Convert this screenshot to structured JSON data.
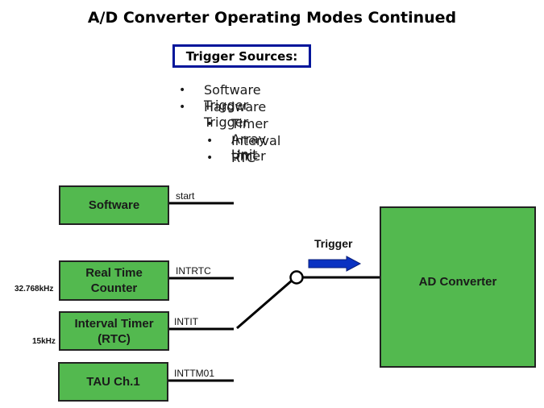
{
  "title": "A/D Converter Operating Modes Continued",
  "sources_box": {
    "label": "Trigger Sources:",
    "border_color": "#00159a"
  },
  "bullets": [
    {
      "text": "Software Trigger",
      "level": 1
    },
    {
      "text": "Hardware Trigger",
      "level": 1
    },
    {
      "text": "Timer Array Unit",
      "level": 2
    },
    {
      "text": "Interval timer",
      "level": 2
    },
    {
      "text": "RTC",
      "level": 2
    }
  ],
  "bullet_glyph": "•",
  "diagram": {
    "block_color": "#53b94f",
    "arrow_color": "#0a32c2",
    "sources": [
      {
        "label_line1": "Software",
        "label_line2": "",
        "signal": "start",
        "freq": ""
      },
      {
        "label_line1": "Real Time",
        "label_line2": "Counter",
        "signal": "INTRTC",
        "freq": "32.768kHz"
      },
      {
        "label_line1": "Interval Timer",
        "label_line2": "(RTC)",
        "signal": "INTIT",
        "freq": "15kHz"
      },
      {
        "label_line1": "TAU Ch.1",
        "label_line2": "",
        "signal": "INTTM01",
        "freq": ""
      }
    ],
    "trigger_label": "Trigger",
    "converter_label": "AD Converter"
  }
}
